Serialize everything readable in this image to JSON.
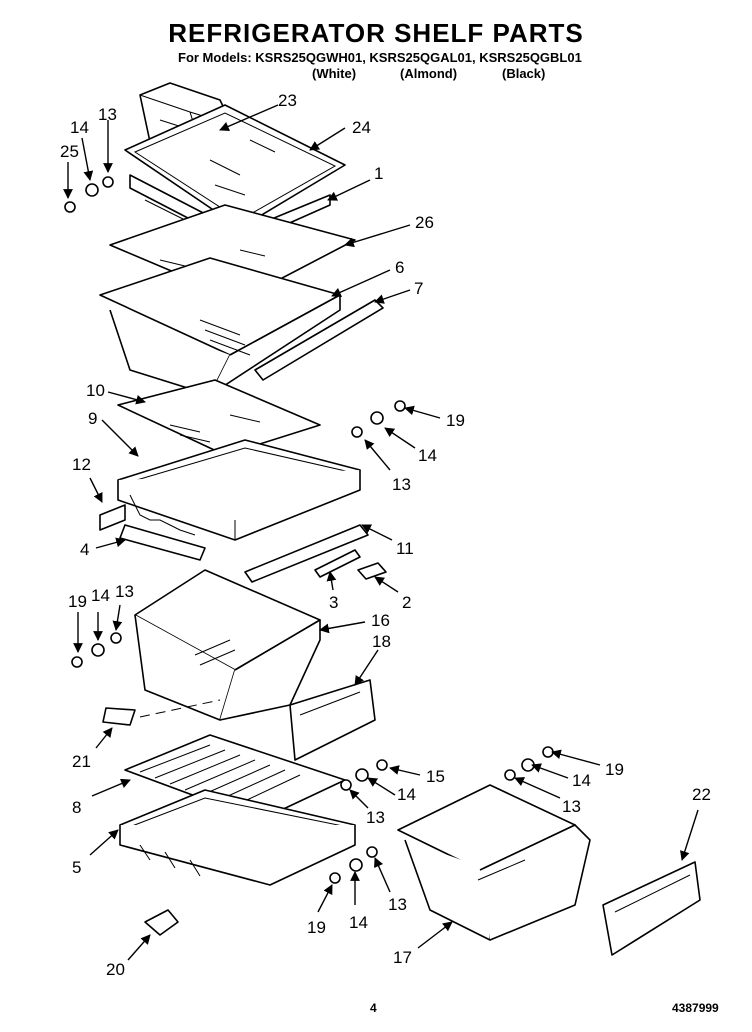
{
  "header": {
    "title": "REFRIGERATOR SHELF PARTS",
    "models": "For Models: KSRS25QGWH01, KSRS25QGAL01, KSRS25QGBL01",
    "colors": [
      "(White)",
      "(Almond)",
      "(Black)"
    ]
  },
  "footer": {
    "page": "4",
    "doc_number": "4387999"
  },
  "callouts": [
    {
      "id": "c23a",
      "text": "23"
    },
    {
      "id": "c24",
      "text": "24"
    },
    {
      "id": "c1",
      "text": "1"
    },
    {
      "id": "c14a",
      "text": "14"
    },
    {
      "id": "c13a",
      "text": "13"
    },
    {
      "id": "c25",
      "text": "25"
    },
    {
      "id": "c26",
      "text": "26"
    },
    {
      "id": "c6",
      "text": "6"
    },
    {
      "id": "c7",
      "text": "7"
    },
    {
      "id": "c10",
      "text": "10"
    },
    {
      "id": "c9",
      "text": "9"
    },
    {
      "id": "c19a",
      "text": "19"
    },
    {
      "id": "c14b",
      "text": "14"
    },
    {
      "id": "c13b",
      "text": "13"
    },
    {
      "id": "c12",
      "text": "12"
    },
    {
      "id": "c11",
      "text": "11"
    },
    {
      "id": "c4",
      "text": "4"
    },
    {
      "id": "c3",
      "text": "3"
    },
    {
      "id": "c2",
      "text": "2"
    },
    {
      "id": "c19b",
      "text": "19"
    },
    {
      "id": "c14c",
      "text": "14"
    },
    {
      "id": "c13c",
      "text": "13"
    },
    {
      "id": "c16",
      "text": "16"
    },
    {
      "id": "c18",
      "text": "18"
    },
    {
      "id": "c21",
      "text": "21"
    },
    {
      "id": "c15",
      "text": "15"
    },
    {
      "id": "c14d",
      "text": "14"
    },
    {
      "id": "c13d",
      "text": "13"
    },
    {
      "id": "c8",
      "text": "8"
    },
    {
      "id": "c19c",
      "text": "19"
    },
    {
      "id": "c14e",
      "text": "14"
    },
    {
      "id": "c13e",
      "text": "13"
    },
    {
      "id": "c22",
      "text": "22"
    },
    {
      "id": "c5",
      "text": "5"
    },
    {
      "id": "c19d",
      "text": "19"
    },
    {
      "id": "c14f",
      "text": "14"
    },
    {
      "id": "c13f",
      "text": "13"
    },
    {
      "id": "c17",
      "text": "17"
    },
    {
      "id": "c20",
      "text": "20"
    }
  ]
}
